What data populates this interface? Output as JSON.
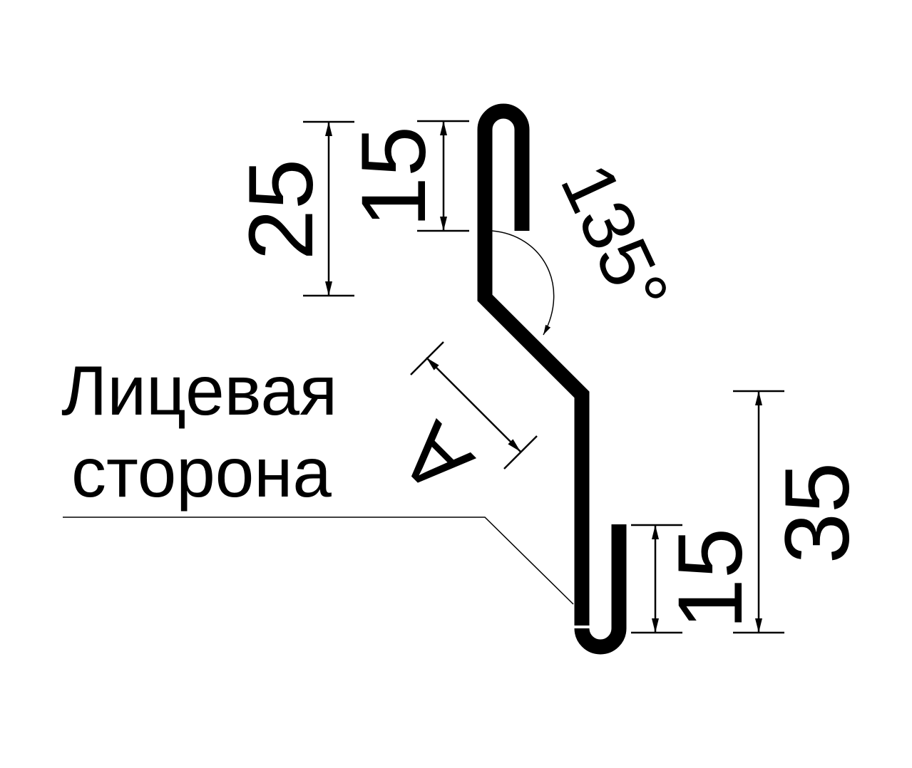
{
  "diagram": {
    "dimensions": {
      "top_total": "25",
      "top_fold": "15",
      "angle": "135°",
      "slant": "A",
      "bottom_total": "35",
      "bottom_fold": "15"
    },
    "label": {
      "line1": "Лицевая",
      "line2": "сторона"
    },
    "colors": {
      "stroke": "#000000",
      "background": "#ffffff"
    }
  }
}
